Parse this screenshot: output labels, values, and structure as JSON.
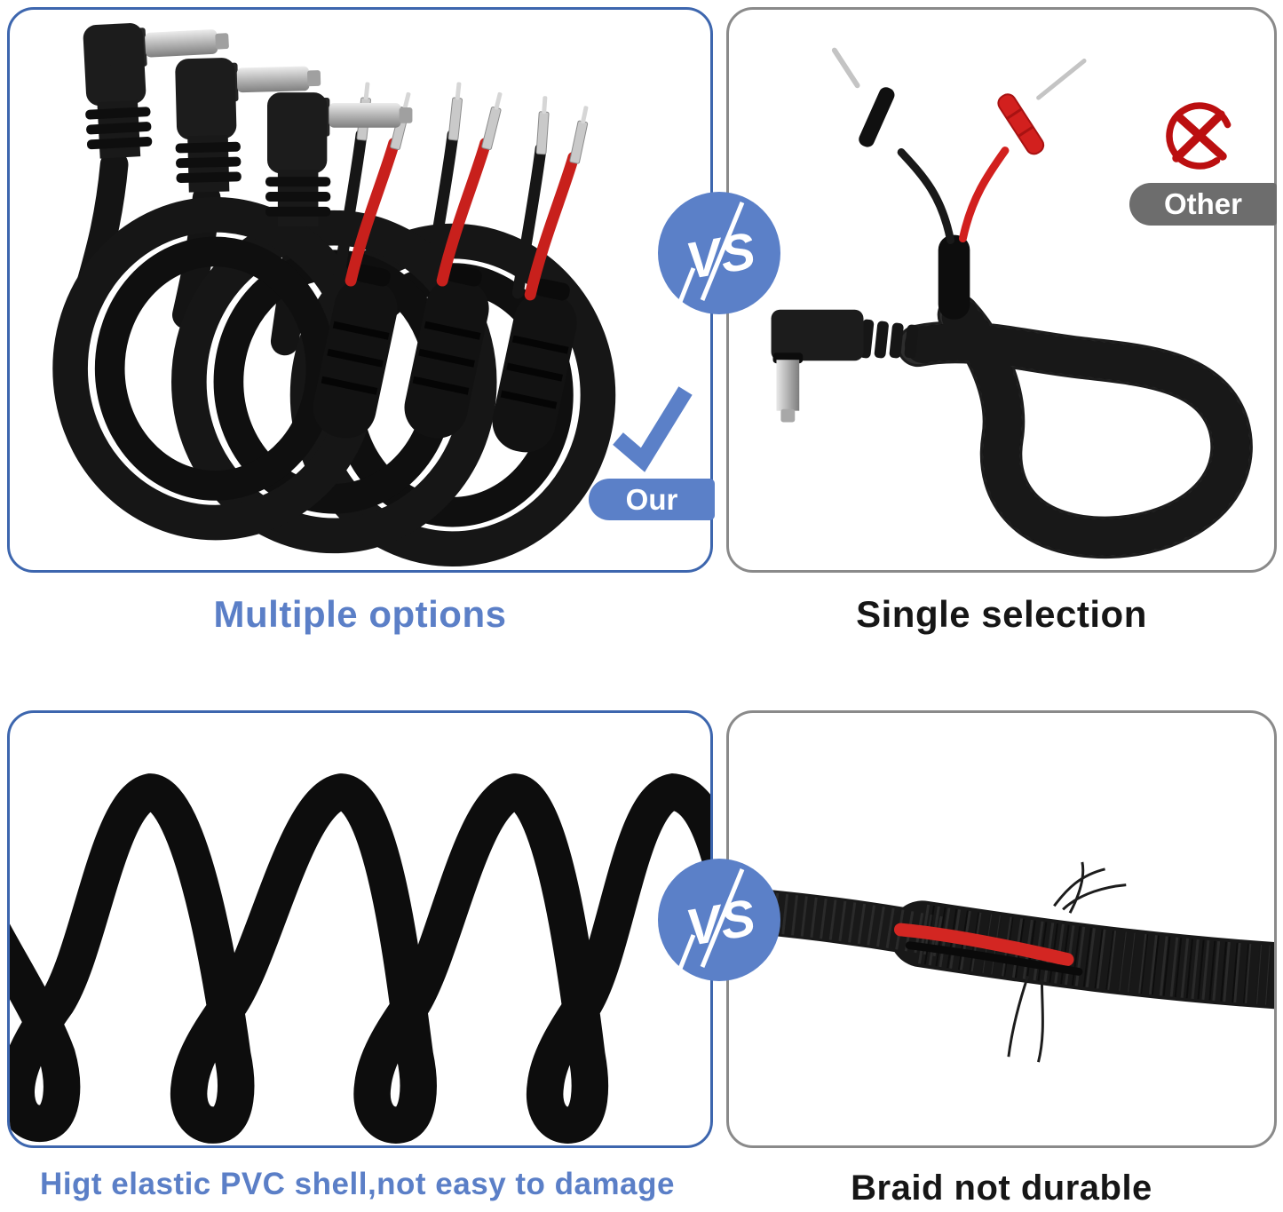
{
  "vs_badge": "VS",
  "panels": [
    {
      "position": "top-left",
      "caption": "Multiple options",
      "badge": "Our",
      "subject": "three coiled right-angle DC plug pigtail cables with red and black bare wires"
    },
    {
      "position": "top-right",
      "caption": "Single selection",
      "badge": "Other",
      "subject": "single braided right-angle DC plug cable with red and black pin leads"
    },
    {
      "position": "bottom-left",
      "caption": "Higt elastic PVC shell,not easy to damage",
      "subject": "glossy black PVC cable coiled into a spiral"
    },
    {
      "position": "bottom-right",
      "caption": "Braid not durable",
      "subject": "braided cable sleeve torn open exposing red wire"
    }
  ],
  "icons": {
    "check": "check-icon",
    "cross": "cross-circle-icon",
    "vs": "vs-badge-icon"
  },
  "colors": {
    "accent_blue": "#5b80c8",
    "caption_blue": "#5b7fc7",
    "panel_border_blue": "#3d66ae",
    "panel_border_gray": "#8a8a8a",
    "other_badge_gray": "#6d6d6d",
    "cross_red": "#bb0f10",
    "caption_dark": "#161616",
    "wire_red": "#d2241f",
    "cable_black": "#141414"
  }
}
